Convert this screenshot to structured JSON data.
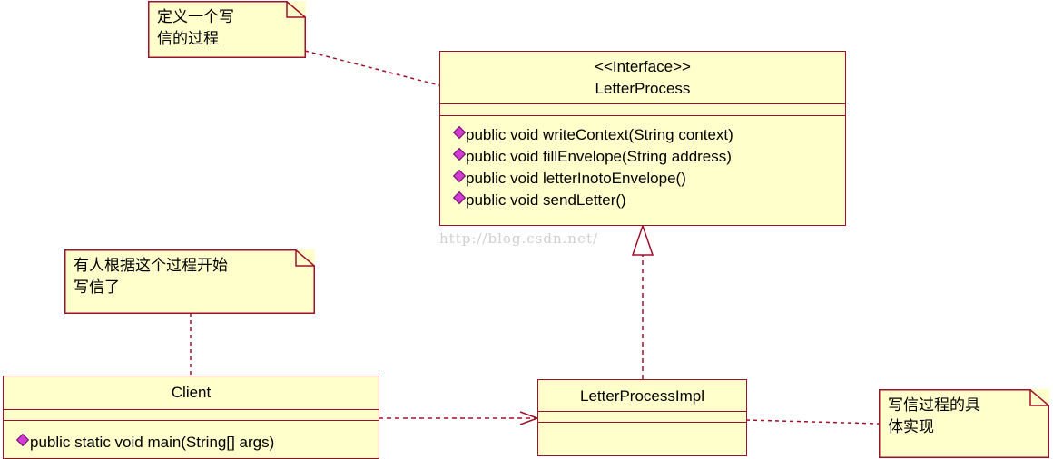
{
  "notes": {
    "top": "定义一个写\n信的过程",
    "left": "有人根据这个过程开始\n写信了",
    "right": "写信过程的具\n体实现"
  },
  "interface_class": {
    "stereotype": "<<Interface>>",
    "name": "LetterProcess",
    "operations": [
      "public void writeContext(String context)",
      "public void fillEnvelope(String address)",
      "public void letterInotoEnvelope()",
      "public void sendLetter()"
    ]
  },
  "client_class": {
    "name": "Client",
    "operations": [
      "public static void main(String[] args)"
    ]
  },
  "impl_class": {
    "name": "LetterProcessImpl"
  },
  "watermark": "http://blog.csdn.net/",
  "colors": {
    "box_fill": "#ffffcc",
    "box_border": "#a0102c",
    "operation_icon": "#d23cd2"
  }
}
